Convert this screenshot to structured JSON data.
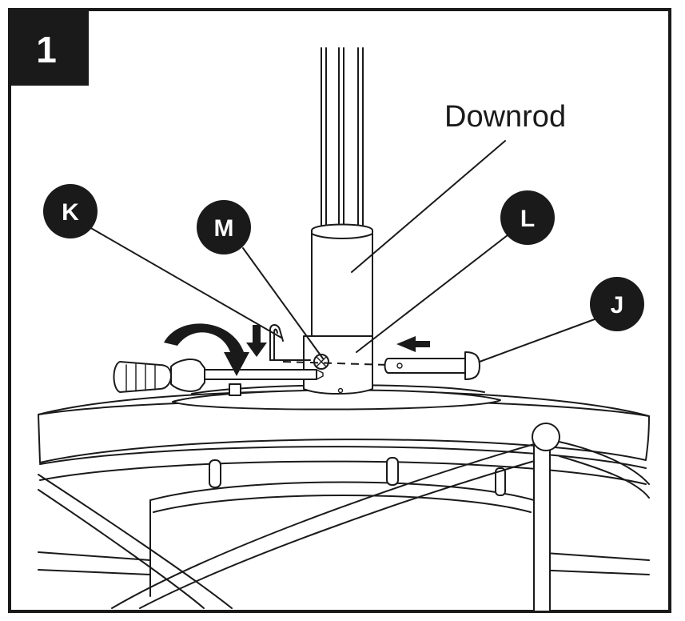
{
  "step": {
    "number": "1"
  },
  "parts": {
    "downrod": "Downrod",
    "j": "J",
    "k": "K",
    "l": "L",
    "m": "M"
  },
  "colors": {
    "ink": "#1a1a1a",
    "paper": "#ffffff"
  }
}
